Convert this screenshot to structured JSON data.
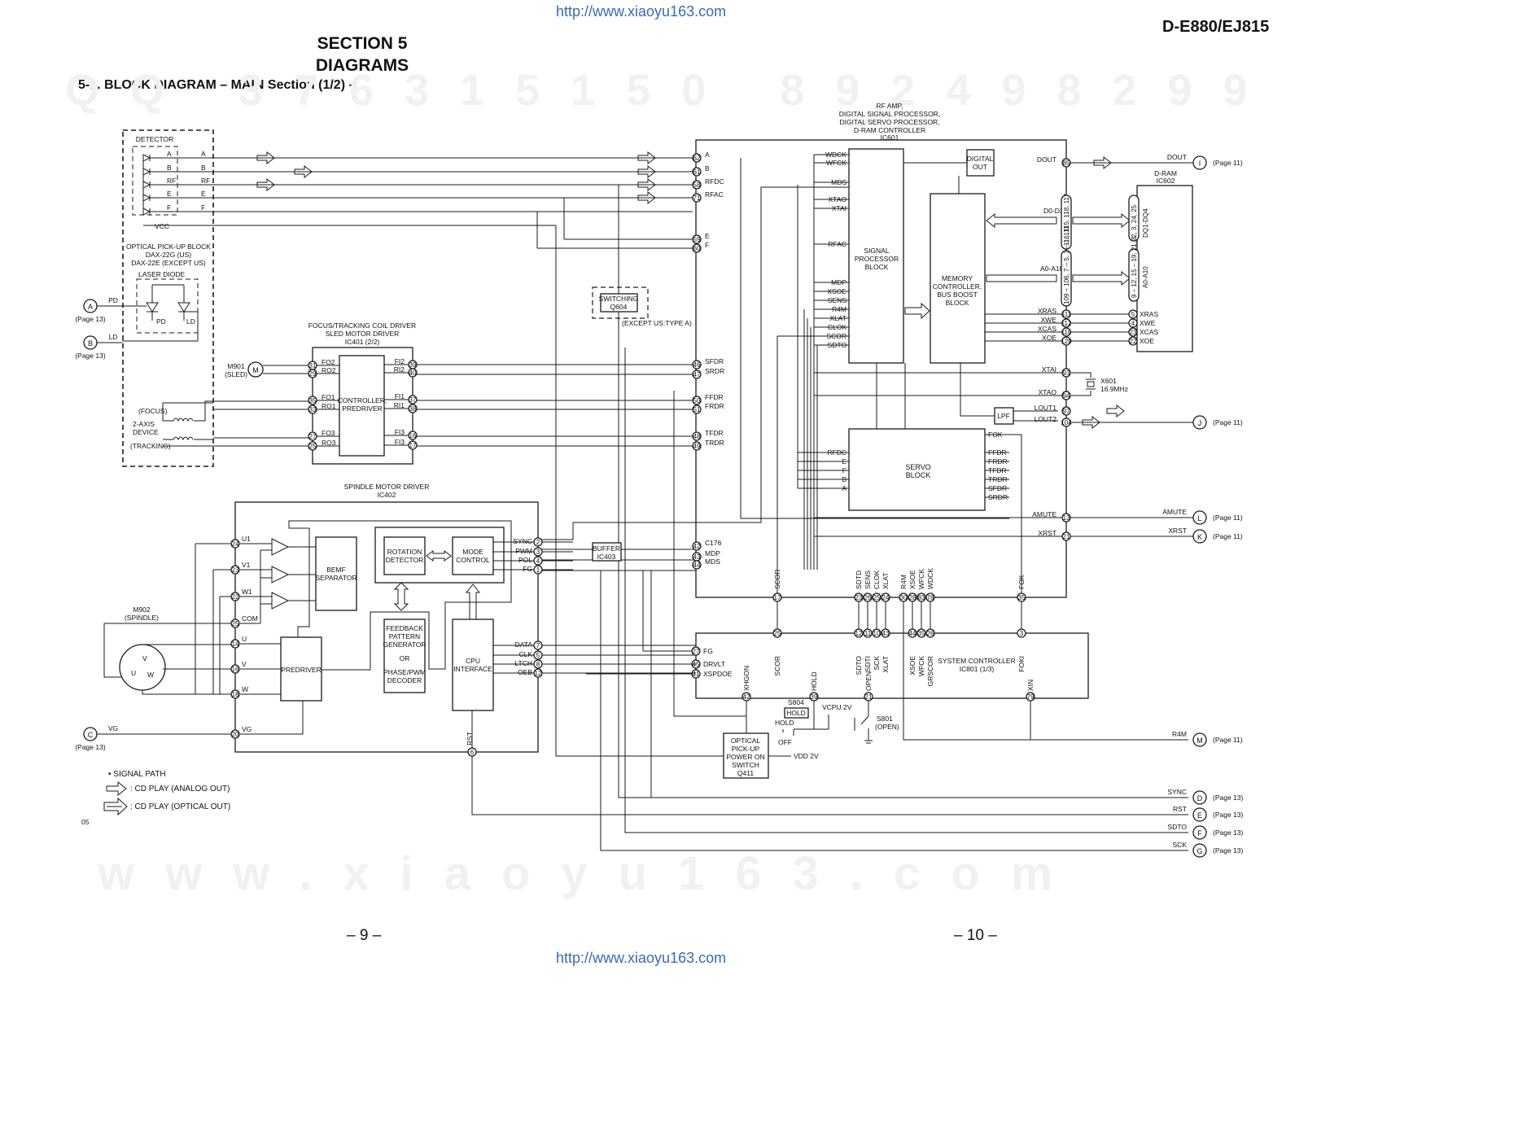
{
  "header": {
    "url_top": "http://www.xiaoyu163.com",
    "url_bottom": "http://www.xiaoyu163.com",
    "section_line1": "SECTION  5",
    "section_line2": "DIAGRAMS",
    "model": "D-E880/EJ815",
    "subtitle": "5-1.   BLOCK  DIAGRAM  – MAIN Section (1/2) –",
    "page_left": "– 9 –",
    "page_right": "– 10 –"
  },
  "watermarks": {
    "row1": "QQ  376315150  892498299",
    "row2": "www.xiaoyu163.com"
  },
  "blocks": {
    "ic601_title": [
      "RF AMP,",
      "DIGITAL SIGNAL PROCESSOR,",
      "DIGITAL SERVO PROCESSOR,",
      "D-RAM CONTROLLER",
      "IC601"
    ],
    "signal_processor": [
      "SIGNAL",
      "PROCESSOR",
      "BLOCK"
    ],
    "memory_controller": [
      "MEMORY",
      "CONTROLLER,",
      "BUS BOOST",
      "BLOCK"
    ],
    "digital_out": [
      "DIGITAL",
      "OUT"
    ],
    "servo_block": [
      "SERVO",
      "BLOCK"
    ],
    "lpf": "LPF",
    "dram_title": [
      "D-RAM",
      "IC602"
    ],
    "detector": "DETECTOR",
    "optical_pickup": [
      "OPTICAL PICK-UP BLOCK",
      "DAX-22G (US)",
      "DAX-22E (EXCEPT US)"
    ],
    "laser_diode": "LASER DIODE",
    "ic401_title": [
      "FOCUS/TRACKING COIL DRIVER",
      "SLED MOTOR DRIVER",
      "IC401 (2/2)"
    ],
    "ic401_core": [
      "CONTROLLER,",
      "PREDRIVER"
    ],
    "switching": [
      "SWITCHING",
      "Q604"
    ],
    "except_us": "(EXCEPT US:TYPE A)",
    "ic402_title": [
      "SPINDLE MOTOR DRIVER",
      "IC402"
    ],
    "bemf": [
      "BEMF",
      "SEPARATOR"
    ],
    "rotation": [
      "ROTATION",
      "DETECTOR"
    ],
    "mode_control": [
      "MODE",
      "CONTROL"
    ],
    "feedback": [
      "FEEDBACK",
      "PATTERN",
      "GENERATOR",
      "OR",
      "PHASE/PWM",
      "DECODER"
    ],
    "predriver": "PREDRIVER",
    "cpu_interface": [
      "CPU",
      "INTERFACE"
    ],
    "buffer": [
      "BUFFER",
      "IC403"
    ],
    "system_controller": [
      "SYSTEM CONTROLLER",
      "IC801 (1/3)"
    ],
    "optical_power": [
      "OPTICAL",
      "PICK-UP",
      "POWER ON",
      "SWITCH",
      "Q411"
    ],
    "x601": [
      "X601",
      "16.9MHz"
    ],
    "m901": [
      "M901",
      "(SLED)"
    ],
    "m902": [
      "M902",
      "(SPINDLE)"
    ],
    "focus": "(FOCUS)",
    "tracking": "(TRACKING)",
    "axis_device": [
      "2-AXIS",
      "DEVICE"
    ],
    "s804": "S804",
    "hold_box": "HOLD",
    "hold_lbl": "HOLD",
    "off_lbl": "OFF",
    "vcpu": "VCPU 2V",
    "vdd": "VDD 2V",
    "s801": [
      "S801",
      "(OPEN)"
    ]
  },
  "connectors_left": [
    {
      "id": "A",
      "page": "(Page 13)",
      "sig": "PD"
    },
    {
      "id": "B",
      "page": "(Page 13)",
      "sig": "LD"
    },
    {
      "id": "C",
      "page": "(Page 13)",
      "sig": "VG"
    }
  ],
  "connectors_right": [
    {
      "id": "I",
      "sig": "DOUT",
      "page": "(Page 11)"
    },
    {
      "id": "J",
      "sig": "",
      "page": "(Page 11)"
    },
    {
      "id": "L",
      "sig": "AMUTE",
      "page": "(Page 11)"
    },
    {
      "id": "K",
      "sig": "XRST",
      "page": "(Page 11)"
    },
    {
      "id": "M",
      "sig": "R4M",
      "page": "(Page 11)"
    },
    {
      "id": "D",
      "sig": "SYNC",
      "page": "(Page 13)"
    },
    {
      "id": "E",
      "sig": "RST",
      "page": "(Page 13)"
    },
    {
      "id": "F",
      "sig": "SDTO",
      "page": "(Page 13)"
    },
    {
      "id": "G",
      "sig": "SCK",
      "page": "(Page 13)"
    }
  ],
  "legend": {
    "title": "• SIGNAL PATH",
    "analog": ": CD PLAY (ANALOG OUT)",
    "optical": ": CD PLAY (OPTICAL OUT)",
    "code": "05"
  },
  "ic601_left_pins": [
    {
      "n": "62",
      "s": "A"
    },
    {
      "n": "61",
      "s": "B"
    },
    {
      "n": "58",
      "s": "RFDC"
    },
    {
      "n": "71",
      "s": "RFAC"
    },
    {
      "n": "59",
      "s": "E"
    },
    {
      "n": "60",
      "s": "F"
    },
    {
      "n": "46",
      "s": "SFDR"
    },
    {
      "n": "47",
      "s": "SRDR"
    },
    {
      "n": "50",
      "s": "FFDR"
    },
    {
      "n": "51",
      "s": "FRDR"
    },
    {
      "n": "48",
      "s": "TFDR"
    },
    {
      "n": "49",
      "s": "TRDR"
    },
    {
      "n": "42",
      "s": "C176"
    },
    {
      "n": "43",
      "s": "MDP"
    },
    {
      "n": "44",
      "s": "MDS"
    }
  ],
  "sp_inputs": [
    "WDCK",
    "WFCK",
    "MDS",
    "XTAO",
    "XTAI",
    "RFAC",
    "MDP",
    "XSOE",
    "SENS",
    "R4M",
    "XLAT",
    "CLOK",
    "SCOR",
    "SDTO"
  ],
  "servo_inputs": [
    "RFDC",
    "E",
    "F",
    "B",
    "A"
  ],
  "servo_outputs": [
    "FOK",
    "FFDR",
    "FRDR",
    "TFDR",
    "TRDR",
    "SFDR",
    "SRDR"
  ],
  "ic601_right_pins": [
    {
      "n": "85",
      "s": "DOUT"
    },
    {
      "n": "111",
      "s": "XRAS"
    },
    {
      "n": "112",
      "s": "XWE"
    },
    {
      "n": "110",
      "s": "XCAS"
    },
    {
      "n": "120",
      "s": "XOE"
    },
    {
      "n": "93",
      "s": "XTAI"
    },
    {
      "n": "94",
      "s": "XTAO"
    },
    {
      "n": "97",
      "s": "LOUT1"
    },
    {
      "n": "104",
      "s": "LOUT2"
    },
    {
      "n": "13",
      "s": "AMUTE"
    },
    {
      "n": "21",
      "s": "XRST"
    }
  ],
  "dram_pins": [
    {
      "n": "5",
      "s": "XRAS"
    },
    {
      "n": "4",
      "s": "XWE"
    },
    {
      "n": "23",
      "s": "XCAS"
    },
    {
      "n": "22",
      "s": "XOE"
    }
  ],
  "bus": {
    "d0d3": "D0-D3",
    "a0a10": "A0-A10",
    "d_pins": "116, 115, 118, 117",
    "a_pins": "109 – 106, 7 – 5, 3 – 1, 111",
    "dram_d": "2, 3, 24, 25",
    "dram_a": "9 – 12, 15 – 19, 21, 8",
    "dram_dname": "DQ1-DQ4",
    "dram_aname": "A0-A10"
  },
  "ic601_bottom": [
    {
      "n": "17",
      "s": "SCOR"
    },
    {
      "n": "23",
      "s": "SDTD"
    },
    {
      "n": "26",
      "s": "SENS"
    },
    {
      "n": "25",
      "s": "CLOK"
    },
    {
      "n": "24",
      "s": "XLAT"
    },
    {
      "n": "30",
      "s": "R4M"
    },
    {
      "n": "28",
      "s": "XSOE"
    },
    {
      "n": "83",
      "s": "WFCK"
    },
    {
      "n": "78",
      "s": "WDCK"
    },
    {
      "n": "35",
      "s": "FOK"
    }
  ],
  "ic801_top": [
    {
      "n": "25",
      "s": "SCOR"
    },
    {
      "n": "12",
      "s": "SDTO"
    },
    {
      "n": "11",
      "s": "SDTI"
    },
    {
      "n": "10",
      "s": "SCK"
    },
    {
      "n": "43",
      "s": "XLAT"
    },
    {
      "n": "44",
      "s": "XSOE"
    },
    {
      "n": "35",
      "s": "WFCK"
    },
    {
      "n": "26",
      "s": "GRSCOR"
    },
    {
      "n": "3",
      "s": "FOKI"
    }
  ],
  "ic801_left": [
    {
      "n": "27",
      "s": "FG"
    },
    {
      "n": "45",
      "s": "DRVLT"
    },
    {
      "n": "41",
      "s": "XSPDOE"
    }
  ],
  "ic801_bottom": [
    {
      "n": "42",
      "s": "XHGON"
    },
    {
      "n": "39",
      "s": "HOLD"
    },
    {
      "n": "21",
      "s": "OPEN"
    },
    {
      "n": "79",
      "s": "XIN"
    }
  ],
  "ic401_left": [
    {
      "n": "31",
      "s": "FO2"
    },
    {
      "n": "29",
      "s": "RO2"
    },
    {
      "n": "35",
      "s": "FO1"
    },
    {
      "n": "33",
      "s": "RO1"
    },
    {
      "n": "27",
      "s": "FO3"
    },
    {
      "n": "25",
      "s": "RO3"
    }
  ],
  "ic401_right": [
    {
      "n": "39",
      "s": "FI2"
    },
    {
      "n": "40",
      "s": "RI2"
    },
    {
      "n": "37",
      "s": "FI1"
    },
    {
      "n": "38",
      "s": "RI1"
    },
    {
      "n": "16",
      "s": "FI3"
    },
    {
      "n": "17",
      "s": "FI3"
    }
  ],
  "ic402_left": [
    {
      "n": "24",
      "s": "U1"
    },
    {
      "n": "23",
      "s": "V1"
    },
    {
      "n": "22",
      "s": "W1"
    },
    {
      "n": "25",
      "s": "COM"
    },
    {
      "n": "14",
      "s": "U"
    },
    {
      "n": "16",
      "s": "V"
    },
    {
      "n": "18",
      "s": "W"
    },
    {
      "n": "20",
      "s": "VG"
    }
  ],
  "ic402_right": [
    {
      "n": "2",
      "s": "SYNC"
    },
    {
      "n": "3",
      "s": "PWM"
    },
    {
      "n": "4",
      "s": "POL"
    },
    {
      "n": "1",
      "s": "FG"
    },
    {
      "n": "7",
      "s": "DATA"
    },
    {
      "n": "5",
      "s": "CLK"
    },
    {
      "n": "8",
      "s": "LTCH"
    },
    {
      "n": "12",
      "s": "OEB"
    }
  ],
  "ic402_rst": {
    "n": "6",
    "s": "RST"
  },
  "detector_rows": [
    "A",
    "B",
    "RF",
    "E",
    "F"
  ],
  "detector_vcc": "VCC",
  "pd_lbl": "PD",
  "ld_lbl": "LD",
  "motor_lbl": "M",
  "uvw": [
    "U",
    "V",
    "W"
  ]
}
